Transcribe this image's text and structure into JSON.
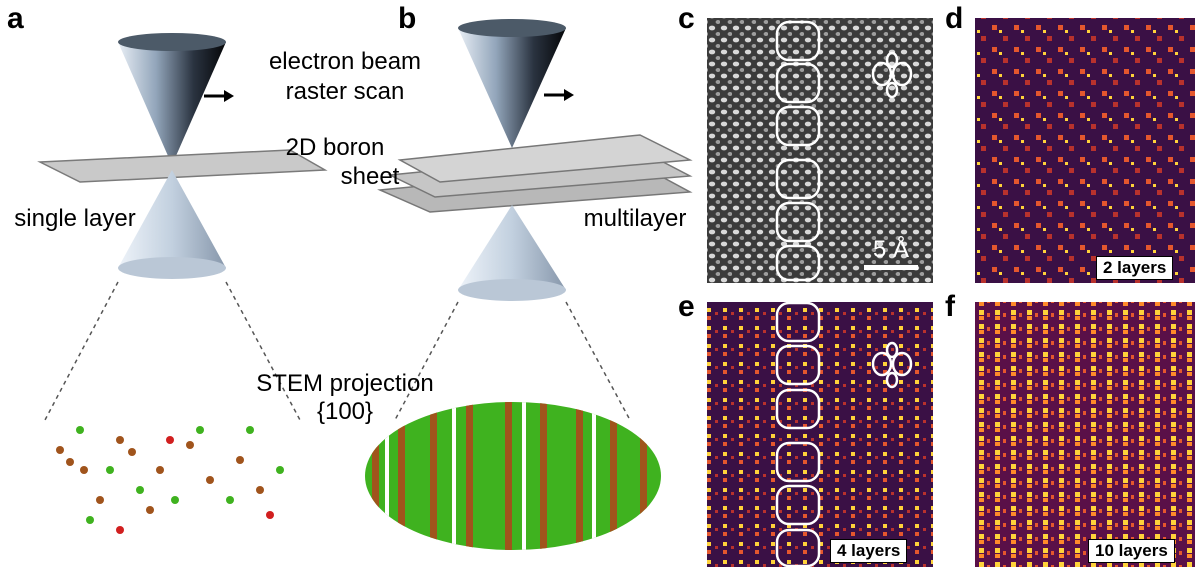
{
  "panels": {
    "a": {
      "label": "a",
      "text": "single layer"
    },
    "b": {
      "label": "b",
      "text": "multilayer"
    },
    "c": {
      "label": "c",
      "scale_bar": "5 Å"
    },
    "d": {
      "label": "d",
      "tag": "2 layers"
    },
    "e": {
      "label": "e",
      "tag": "4 layers"
    },
    "f": {
      "label": "f",
      "tag": "10 layers"
    }
  },
  "annotations": {
    "beam_line1": "electron beam",
    "beam_line2": "raster scan",
    "sheet_line1": "2D boron",
    "sheet_line2": "sheet",
    "projection_line1": "STEM projection",
    "projection_line2": "{100}"
  },
  "colors": {
    "atom_brown": "#a0541c",
    "atom_green": "#3fb21f",
    "atom_red": "#d11f1f",
    "stem_bg": "#3a1045",
    "stem_hot": "#ffd23a"
  },
  "icons": [
    "arrow-right-icon",
    "electron-cone-icon",
    "dimer-motif-icon"
  ]
}
